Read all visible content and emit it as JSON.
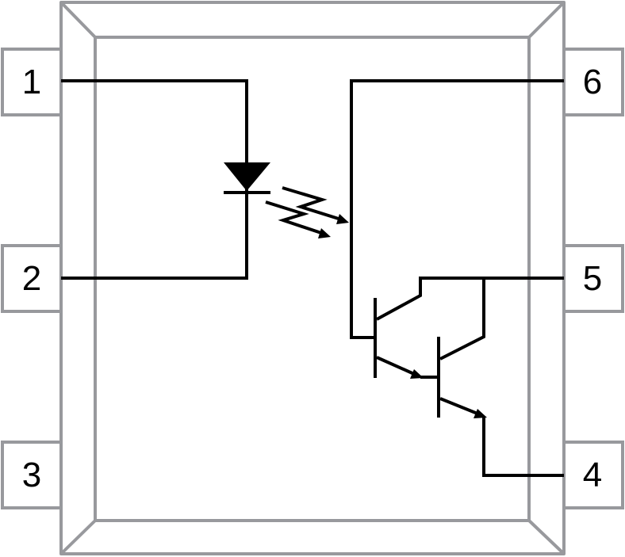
{
  "diagram": {
    "type": "optocoupler-darlington-schematic",
    "pins": [
      {
        "number": "1",
        "side": "left"
      },
      {
        "number": "2",
        "side": "left"
      },
      {
        "number": "3",
        "side": "left"
      },
      {
        "number": "4",
        "side": "right"
      },
      {
        "number": "5",
        "side": "right"
      },
      {
        "number": "6",
        "side": "right"
      }
    ],
    "colors": {
      "package": "#98999d",
      "wire": "#000000"
    }
  }
}
